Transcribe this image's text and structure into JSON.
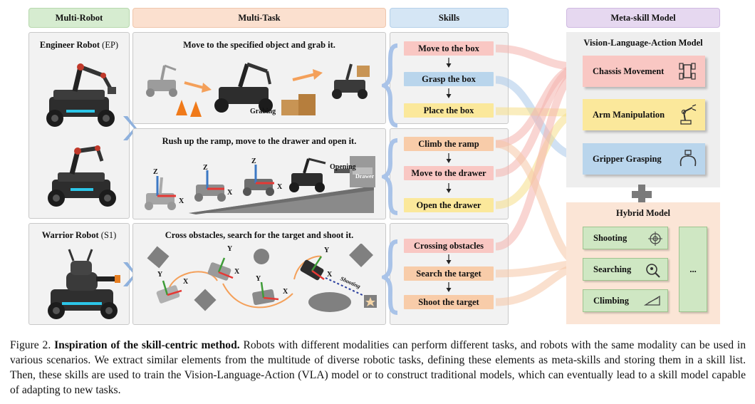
{
  "headers": {
    "multi_robot": "Multi-Robot",
    "multi_task": "Multi-Task",
    "skills": "Skills",
    "meta_skill_model": "Meta-skill Model"
  },
  "robots": {
    "engineer_name": "Engineer Robot",
    "engineer_code": "(EP)",
    "warrior_name": "Warrior Robot",
    "warrior_code": "(S1)"
  },
  "tasks": [
    {
      "title": "Move to the specified object and grab it.",
      "annotation": "Grabing"
    },
    {
      "title": "Rush up the ramp, move to the drawer and open it.",
      "annotation": "Opening",
      "object": "Drawer"
    },
    {
      "title": "Cross obstacles, search for the target and shoot it.",
      "annotation": "Shooting"
    }
  ],
  "axis_labels": {
    "x": "X",
    "y": "Y",
    "z": "Z"
  },
  "skill_groups": [
    [
      "Move to the box",
      "Grasp the box",
      "Place the box"
    ],
    [
      "Climb the ramp",
      "Move to the drawer",
      "Open the drawer"
    ],
    [
      "Crossing obstacles",
      "Search the target",
      "Shoot the target"
    ]
  ],
  "vla": {
    "title": "Vision-Language-Action Model",
    "items": [
      "Chassis Movement",
      "Arm Manipulation",
      "Gripper Grasping"
    ]
  },
  "hybrid": {
    "title": "Hybrid Model",
    "items": [
      "Shooting",
      "Searching",
      "Climbing"
    ],
    "more": "..."
  },
  "caption": {
    "prefix": "Figure 2. ",
    "bold": "Inspiration of the skill-centric method.",
    "text": " Robots with different modalities can perform different tasks, and robots with the same modality can be used in various scenarios. We extract similar elements from the multitude of diverse robotic tasks, defining these elements as meta-skills and storing them in a skill list. Then, these skills are used to train the Vision-Language-Action (VLA) model or to construct traditional models, which can eventually lead to a skill model capable of adapting to new tasks."
  },
  "colors": {
    "green_header": "#d6ecd0",
    "orange_header": "#fbe0cf",
    "blue_header": "#d5e6f5",
    "purple_header": "#e6d8f0",
    "chassis": "#f9c7c3",
    "arm": "#fbe89b",
    "gripper": "#b9d5ec",
    "hybrid_bg": "#fbe5d6",
    "hybrid_item": "#cfe7c3"
  }
}
